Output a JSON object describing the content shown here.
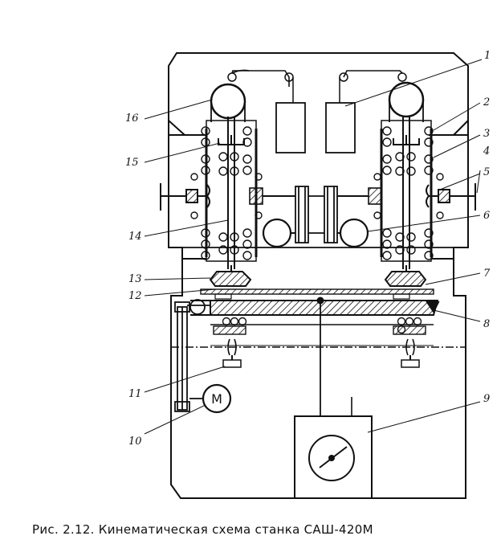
{
  "figure": {
    "caption": "Рис. 2.12. Кинематическая схема станка САШ-420М"
  },
  "callouts": {
    "c1": "1",
    "c2": "2",
    "c3": "3",
    "c4": "4",
    "c5": "5",
    "c6": "6",
    "c7": "7",
    "c8": "8",
    "c9": "9",
    "c10": "10",
    "c11": "11",
    "c12": "12",
    "c13": "13",
    "c14": "14",
    "c15": "15",
    "c16": "16"
  },
  "motor": {
    "symbol": "M"
  }
}
